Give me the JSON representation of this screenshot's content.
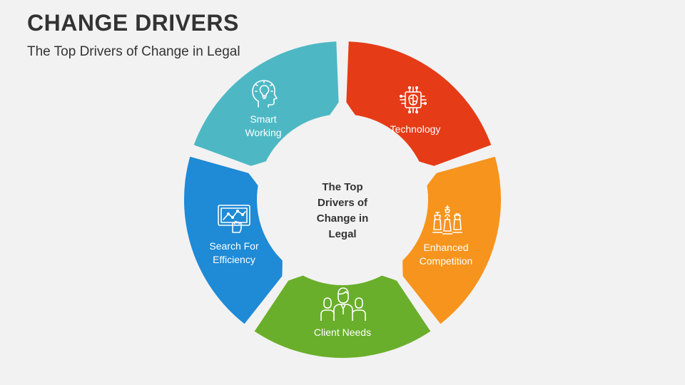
{
  "header": {
    "title": "CHANGE DRIVERS",
    "subtitle": "The Top Drivers of Change in Legal"
  },
  "center": {
    "line1": "The Top",
    "line2": "Drivers of",
    "line3": "Change in",
    "line4": "Legal"
  },
  "segments": [
    {
      "line1": "Technology",
      "line2": "",
      "icon": "brain-chip-icon",
      "color": "#e63b17"
    },
    {
      "line1": "Enhanced",
      "line2": "Competition",
      "icon": "chess-pieces-icon",
      "color": "#f7941d"
    },
    {
      "line1": "Client Needs",
      "line2": "",
      "icon": "people-group-icon",
      "color": "#6aaf2b"
    },
    {
      "line1": "Search For",
      "line2": "Efficiency",
      "icon": "chart-monitor-icon",
      "color": "#1f8ad6"
    },
    {
      "line1": "Smart",
      "line2": "Working",
      "icon": "head-bulb-icon",
      "color": "#4db8c4"
    }
  ]
}
